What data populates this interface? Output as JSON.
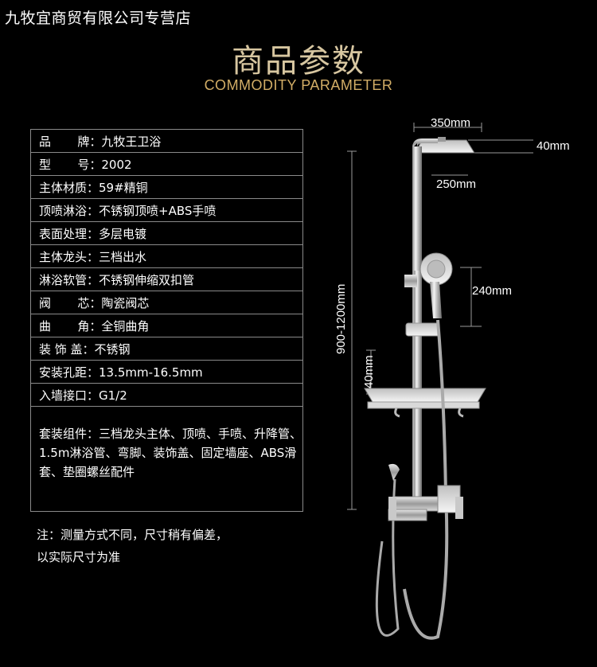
{
  "store_name": "九牧宜商贸有限公司专营店",
  "title_cn": "商品参数",
  "title_en": "COMMODITY PARAMETER",
  "params": [
    {
      "label": "品       牌：",
      "value": "九牧王卫浴"
    },
    {
      "label": "型       号：",
      "value": "2002"
    },
    {
      "label": "主体材质：",
      "value": "59#精铜"
    },
    {
      "label": "顶喷淋浴：",
      "value": "不锈钢顶喷+ABS手喷"
    },
    {
      "label": "表面处理：",
      "value": "多层电镀"
    },
    {
      "label": "主体龙头：",
      "value": "三档出水"
    },
    {
      "label": "淋浴软管：",
      "value": "不锈钢伸缩双扣管"
    },
    {
      "label": "阀       芯：",
      "value": "陶瓷阀芯"
    },
    {
      "label": "曲       角：",
      "value": "全铜曲角"
    },
    {
      "label": "装 饰 盖：",
      "value": "不锈钢"
    },
    {
      "label": "安装孔距：",
      "value": "13.5mm-16.5mm"
    },
    {
      "label": "入墙接口：",
      "value": "G1/2"
    }
  ],
  "kit_text": "套装组件：三档龙头主体、顶喷、手喷、升降管、1.5m淋浴管、弯脚、装饰盖、固定墙座、ABS滑套、垫圈螺丝配件",
  "note_line1": "注：测量方式不同，尺寸稍有偏差，",
  "note_line2": "以实际尺寸为准",
  "dimensions": {
    "top_width": "350mm",
    "head_thickness": "40mm",
    "head_width": "250mm",
    "handheld_height": "240mm",
    "total_height": "900-1200mm",
    "shelf_height": "40mm"
  }
}
